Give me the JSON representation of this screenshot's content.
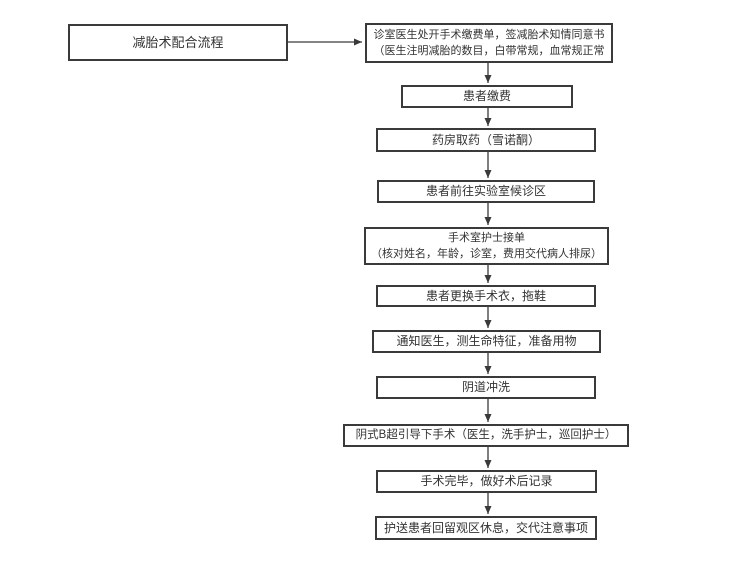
{
  "flowchart": {
    "title": "减胎术配合流程",
    "colors": {
      "border": "#3a3a3a",
      "background": "#ffffff",
      "text": "#333333"
    },
    "steps": [
      {
        "lines": [
          "诊室医生处开手术缴费单，签减胎术知情同意书",
          "（医生注明减胎的数目，白带常规，血常规正常"
        ]
      },
      {
        "lines": [
          "患者缴费"
        ]
      },
      {
        "lines": [
          "药房取药（雪诺酮）"
        ]
      },
      {
        "lines": [
          "患者前往实验室候诊区"
        ]
      },
      {
        "lines": [
          "手术室护士接单",
          "（核对姓名，年龄，诊室，费用交代病人排尿）"
        ]
      },
      {
        "lines": [
          "患者更换手术衣，拖鞋"
        ]
      },
      {
        "lines": [
          "通知医生，测生命特征，准备用物"
        ]
      },
      {
        "lines": [
          "阴道冲洗"
        ]
      },
      {
        "lines": [
          "阴式B超引导下手术（医生，洗手护士，巡回护士）"
        ]
      },
      {
        "lines": [
          "手术完毕，做好术后记录"
        ]
      },
      {
        "lines": [
          "护送患者回留观区休息，交代注意事项"
        ]
      }
    ]
  }
}
